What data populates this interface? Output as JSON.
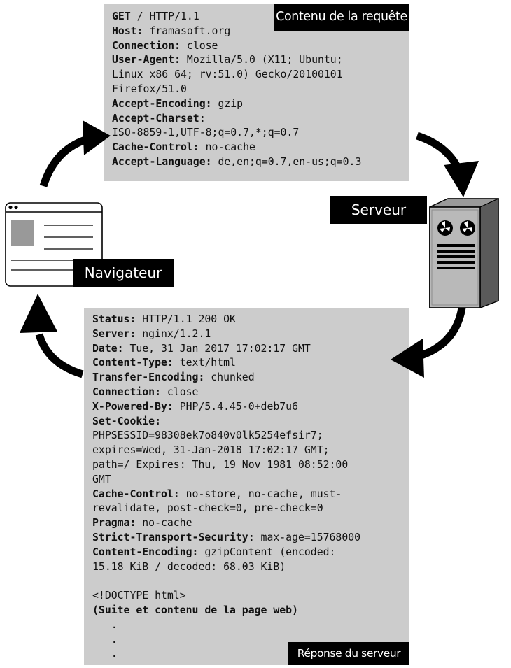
{
  "labels": {
    "request_title": "Contenu de la requête",
    "server": "Serveur",
    "browser": "Navigateur",
    "response_title": "Réponse du serveur"
  },
  "request": [
    {
      "key": "GET",
      "value": " / HTTP/1.1"
    },
    {
      "key": "Host:",
      "value": " framasoft.org"
    },
    {
      "key": "Connection:",
      "value": " close"
    },
    {
      "key": "User-Agent:",
      "value": " Mozilla/5.0 (X11; Ubuntu;"
    },
    {
      "key": "",
      "value": "Linux x86_64; rv:51.0) Gecko/20100101"
    },
    {
      "key": "",
      "value": "Firefox/51.0"
    },
    {
      "key": "Accept-Encoding:",
      "value": " gzip"
    },
    {
      "key": "Accept-Charset:",
      "value": ""
    },
    {
      "key": "",
      "value": "ISO-8859-1,UTF-8;q=0.7,*;q=0.7"
    },
    {
      "key": "Cache-Control:",
      "value": " no-cache"
    },
    {
      "key": "Accept-Language:",
      "value": " de,en;q=0.7,en-us;q=0.3"
    }
  ],
  "response": [
    {
      "key": "Status:",
      "value": " HTTP/1.1 200 OK"
    },
    {
      "key": "Server:",
      "value": " nginx/1.2.1"
    },
    {
      "key": "Date:",
      "value": " Tue, 31 Jan 2017 17:02:17 GMT"
    },
    {
      "key": "Content-Type:",
      "value": " text/html"
    },
    {
      "key": "Transfer-Encoding:",
      "value": " chunked"
    },
    {
      "key": "Connection:",
      "value": " close"
    },
    {
      "key": "X-Powered-By:",
      "value": " PHP/5.4.45-0+deb7u6"
    },
    {
      "key": "Set-Cookie:",
      "value": ""
    },
    {
      "key": "",
      "value": "PHPSESSID=98308ek7o840v0lk5254efsir7;"
    },
    {
      "key": "",
      "value": "expires=Wed, 31-Jan-2018 17:02:17 GMT;"
    },
    {
      "key": "",
      "value": "path=/ Expires: Thu, 19 Nov 1981 08:52:00"
    },
    {
      "key": "",
      "value": "GMT"
    },
    {
      "key": "Cache-Control:",
      "value": " no-store, no-cache, must-"
    },
    {
      "key": "",
      "value": "revalidate, post-check=0, pre-check=0"
    },
    {
      "key": "Pragma:",
      "value": " no-cache"
    },
    {
      "key": "Strict-Transport-Security:",
      "value": " max-age=15768000"
    },
    {
      "key": "Content-Encoding:",
      "value": " gzipContent (encoded:"
    },
    {
      "key": "",
      "value": "15.18 KiB / decoded: 68.03 KiB)"
    },
    {
      "key": "",
      "value": " "
    },
    {
      "key": "",
      "value": "<!DOCTYPE html>"
    },
    {
      "key": "(Suite et contenu de la page web)",
      "value": ""
    },
    {
      "key": "",
      "value": "   ."
    },
    {
      "key": "",
      "value": "   ."
    },
    {
      "key": "",
      "value": "   ."
    }
  ],
  "colors": {
    "panel": "#cccccc",
    "label_bg": "#000000",
    "label_text": "#ffffff",
    "server_body": "#8a8a8a",
    "server_front": "#b9b9b9",
    "browser_thumb": "#999999"
  }
}
